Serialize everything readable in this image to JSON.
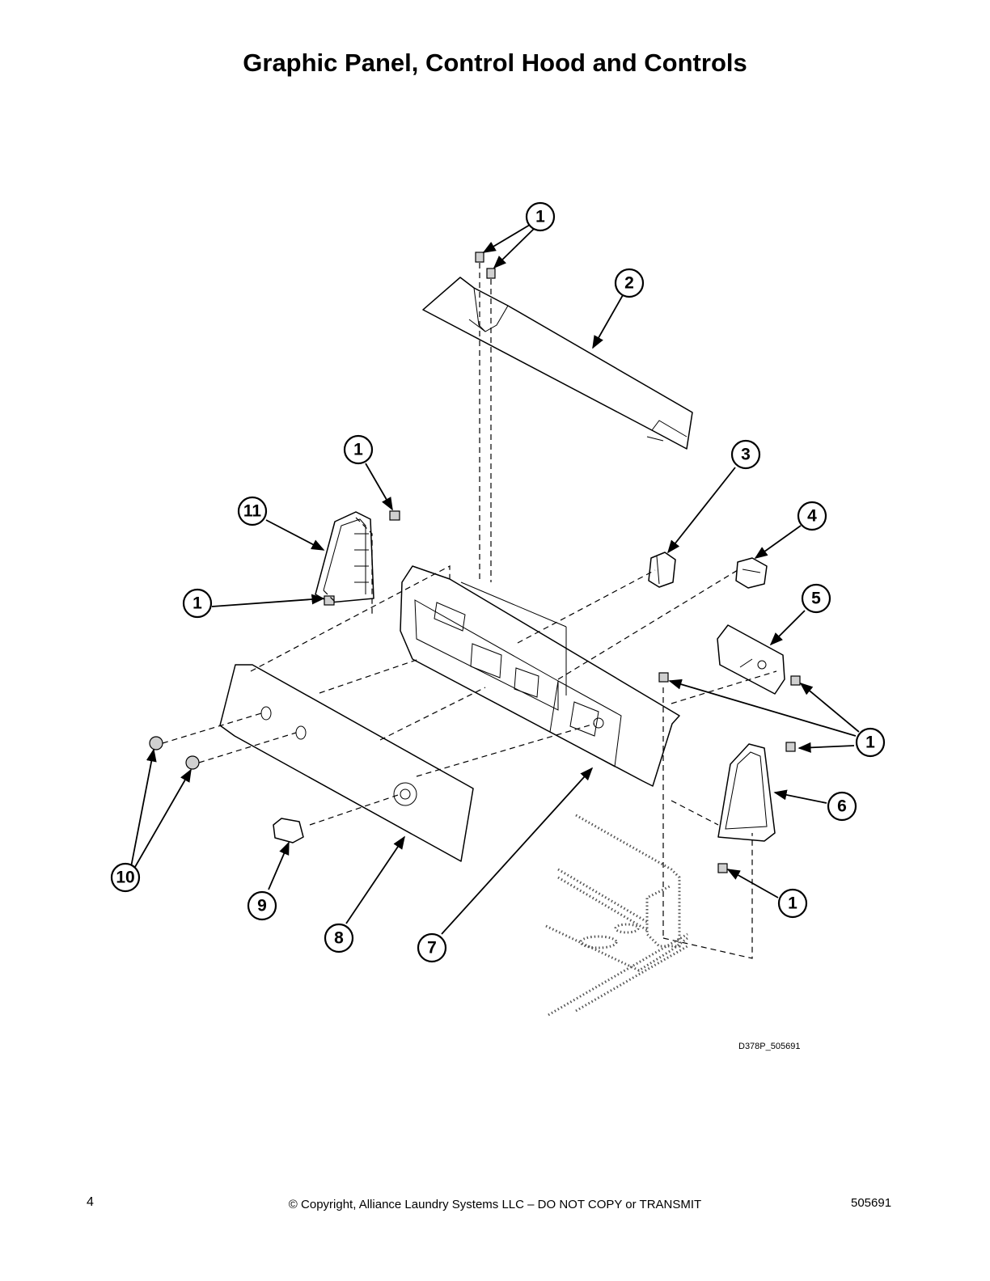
{
  "title": "Graphic Panel, Control Hood and Controls",
  "callouts": [
    {
      "id": "c1a",
      "label": "1"
    },
    {
      "id": "c2",
      "label": "2"
    },
    {
      "id": "c1b",
      "label": "1"
    },
    {
      "id": "c3",
      "label": "3"
    },
    {
      "id": "c11",
      "label": "11"
    },
    {
      "id": "c4",
      "label": "4"
    },
    {
      "id": "c1c",
      "label": "1"
    },
    {
      "id": "c5",
      "label": "5"
    },
    {
      "id": "c1d",
      "label": "1"
    },
    {
      "id": "c6",
      "label": "6"
    },
    {
      "id": "c10",
      "label": "10"
    },
    {
      "id": "c1e",
      "label": "1"
    },
    {
      "id": "c9",
      "label": "9"
    },
    {
      "id": "c8",
      "label": "8"
    },
    {
      "id": "c7",
      "label": "7"
    }
  ],
  "drawing_code": "D378P_505691",
  "footer": {
    "page_number": "4",
    "copyright": "© Copyright, Alliance Laundry Systems LLC – DO NOT COPY or TRANSMIT",
    "document_number": "505691"
  }
}
